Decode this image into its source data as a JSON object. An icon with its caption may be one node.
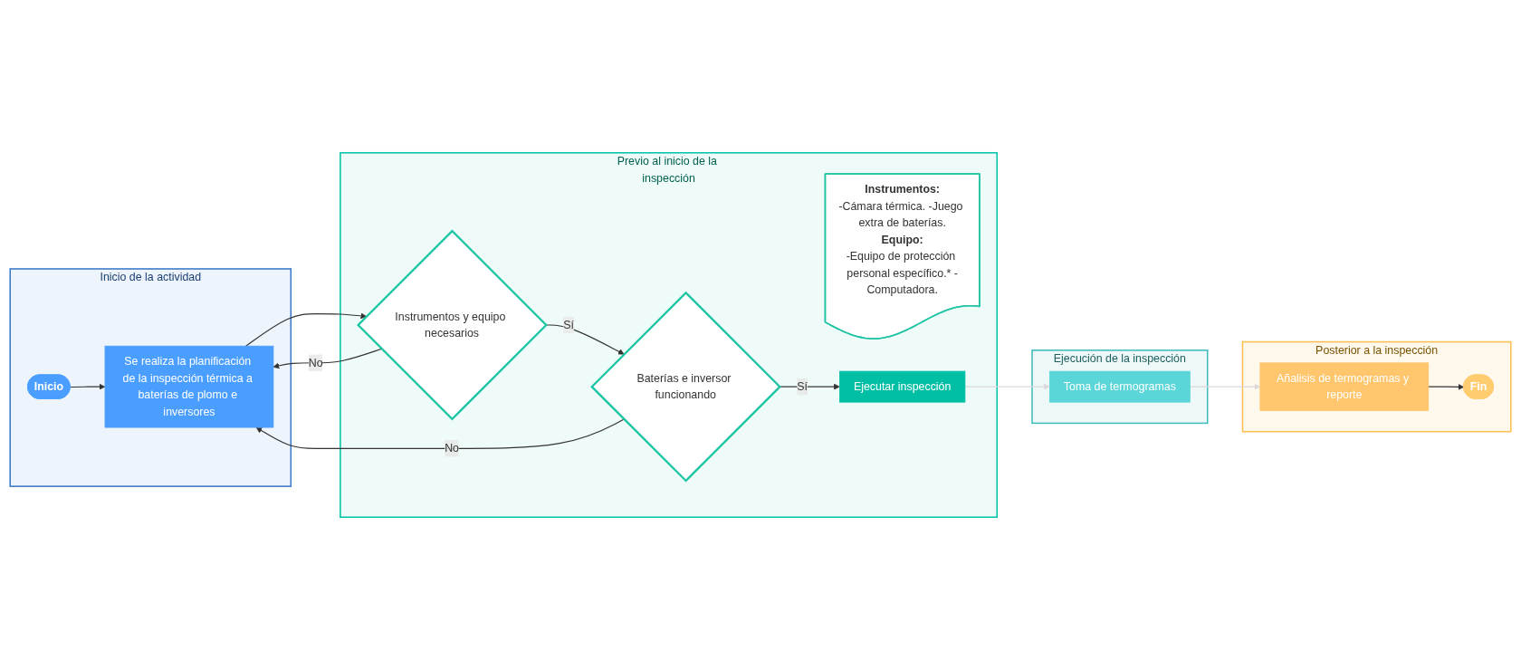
{
  "diagram": {
    "nodes": [
      {
        "text": [
          "Inicio de la actividad"
        ]
      },
      {
        "text": [
          "Inicio"
        ],
        "in": 0
      },
      {
        "text": [
          "Se realiza la planificación de la inspección térmica a baterías de plomo e inversores"
        ],
        "in": 0
      },
      {
        "text": [
          "Previo al inicio de la inspección"
        ]
      },
      {
        "text": [
          "Instrumentos:",
          "-Cámara térmica. -Juego extra de baterías.",
          "Equipo:",
          "-Equipo de protección personal específico.* -Computadora."
        ],
        "in": 3
      },
      {
        "text": [
          "Instrumentos y equipo necesarios"
        ],
        "in": 3
      },
      {
        "text": [
          "Baterías e inversor funcionando"
        ],
        "in": 3
      },
      {
        "text": [
          "Ejecutar inspección"
        ],
        "in": 3
      },
      {
        "text": [
          "Ejecución de la inspección"
        ]
      },
      {
        "text": [
          "Toma de termogramas"
        ],
        "in": 8
      },
      {
        "text": [
          "Posterior a la inspección"
        ]
      },
      {
        "text": [
          "Añalisis de termogramas y reporte"
        ],
        "in": 10
      },
      {
        "text": [
          "Fin"
        ],
        "in": 10
      }
    ],
    "edges": [
      {
        "from": 1,
        "to": 2,
        "arrow": "to"
      },
      {
        "from": 2,
        "to": 5,
        "arrow": "to"
      },
      {
        "from": 5,
        "to": 2,
        "arrow": "to",
        "label": "No"
      },
      {
        "from": 5,
        "to": 6,
        "arrow": "to",
        "label": "Sí"
      },
      {
        "from": 6,
        "to": 7,
        "arrow": "to",
        "label": "Sí"
      },
      {
        "from": 6,
        "to": 2,
        "arrow": "to",
        "label": "No"
      },
      {
        "from": 7,
        "to": 9,
        "arrow": "to",
        "color": "#d9d9d9"
      },
      {
        "from": 9,
        "to": 11,
        "arrow": "to",
        "color": "#d9d9d9"
      },
      {
        "from": 11,
        "to": 12,
        "arrow": "to"
      }
    ]
  }
}
